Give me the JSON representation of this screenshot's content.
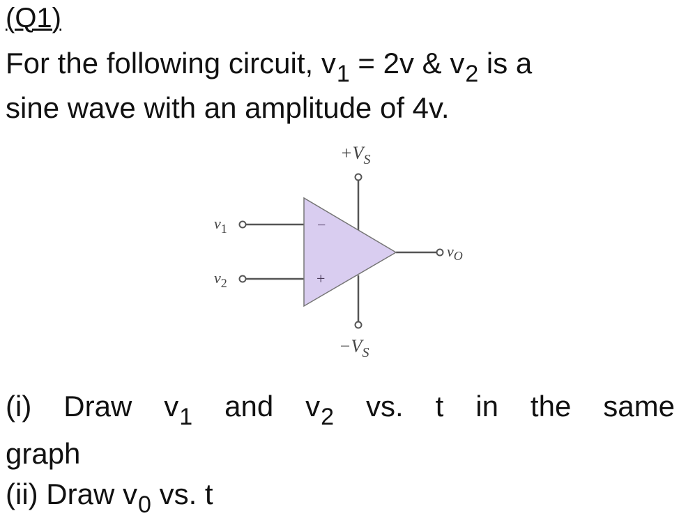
{
  "question": {
    "number_label": "(Q1)",
    "intro": {
      "line1_prefix": "For the following circuit, v",
      "line1_sub1": "1",
      "line1_mid": " = 2v & v",
      "line1_sub2": "2",
      "line1_suffix": " is a",
      "line2": "sine wave with an amplitude of 4v."
    },
    "given": {
      "v1": "2v",
      "v2_type": "sine wave",
      "v2_amplitude": "4v"
    },
    "parts": [
      {
        "label": "(i)",
        "words": [
          "Draw",
          "v",
          "1",
          "and",
          "v",
          "2",
          "vs.",
          "t",
          "in",
          "the",
          "same"
        ],
        "continuation": "graph"
      },
      {
        "label": "(ii)",
        "text_prefix": " Draw v",
        "sub": "0",
        "text_suffix": " vs. t"
      }
    ]
  },
  "circuit": {
    "component": "op-amp",
    "fill_color": "#d9cdf0",
    "wire_color": "#555555",
    "labels": {
      "supply_positive": "+V",
      "supply_positive_sub": "S",
      "supply_negative": "−V",
      "supply_negative_sub": "S",
      "input1": "v",
      "input1_sub": "1",
      "input2": "v",
      "input2_sub": "2",
      "output": "v",
      "output_sub": "O",
      "inverting_sign": "−",
      "noninverting_sign": "+"
    }
  }
}
